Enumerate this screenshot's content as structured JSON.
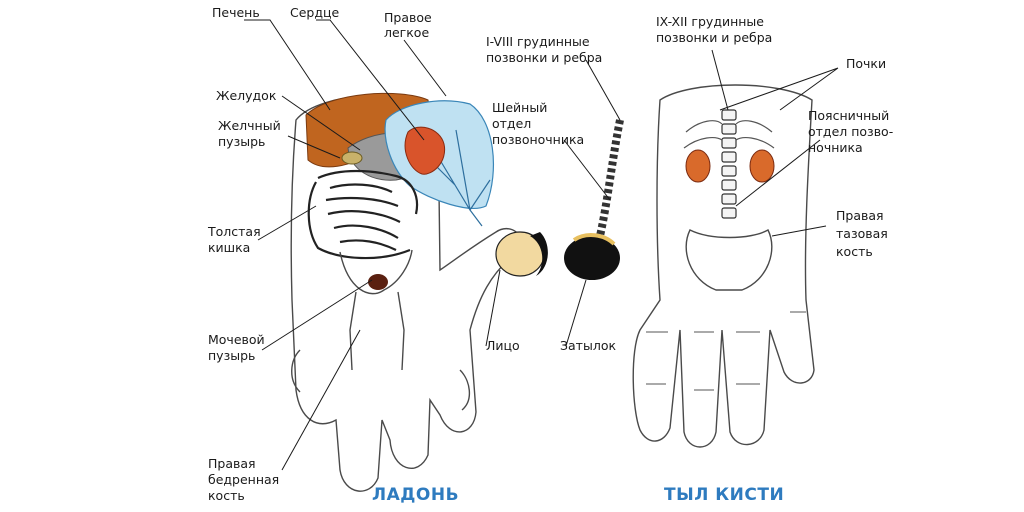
{
  "captions": {
    "palm": "ЛАДОНЬ",
    "back": "ТЫЛ КИСТИ"
  },
  "labels": {
    "liver": "Печень",
    "heart": "Сердце",
    "right_lung": [
      "Правое",
      "легкое"
    ],
    "stomach": "Желудок",
    "gallbladder": [
      "Желчный",
      "пузырь"
    ],
    "colon": [
      "Толстая",
      "кишка"
    ],
    "bladder": [
      "Мочевой",
      "пузырь"
    ],
    "femur": [
      "Правая",
      "бедренная",
      "кость"
    ],
    "thoracic_upper": [
      "I-VIII грудинные",
      "позвонки и ребра"
    ],
    "cervical": [
      "Шейный",
      "отдел",
      "позвоночника"
    ],
    "face": "Лицо",
    "nape": "Затылок",
    "thoracic_lower": [
      "IX-XII грудинные",
      "позвонки и ребра"
    ],
    "kidneys": "Почки",
    "lumbar": [
      "Поясничный",
      "отдел позво-",
      "ночника"
    ],
    "pelvic": [
      "Правая",
      "тазовая",
      "кость"
    ]
  },
  "colors": {
    "caption": "#2e7bbf",
    "liver": "#c0651f",
    "heart": "#d9542b",
    "lung": "#bfe1f2",
    "kidney": "#d96a2b",
    "stomach": "#9a9a9a"
  }
}
